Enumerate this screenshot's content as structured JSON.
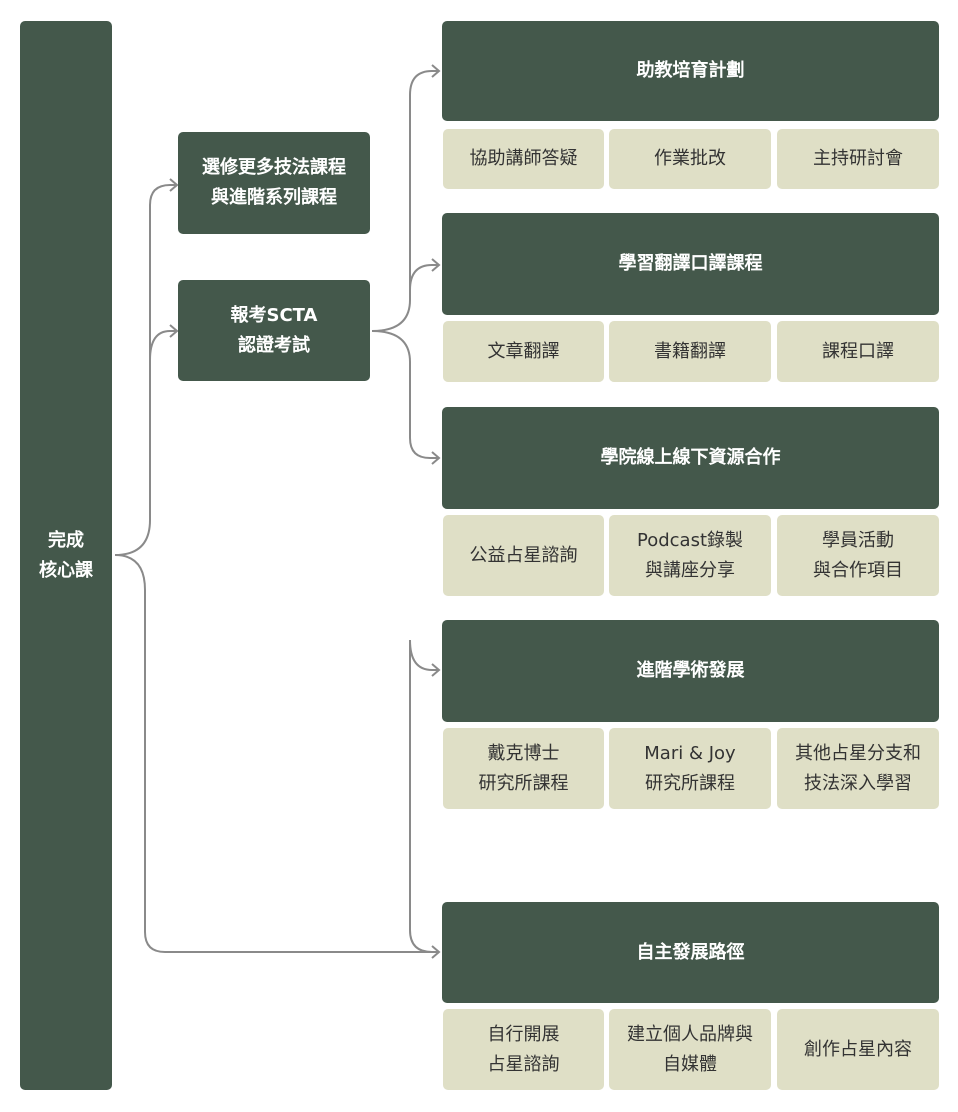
{
  "root": {
    "label": "完成\n核心課"
  },
  "branches": [
    {
      "label": "選修更多技法課程\n與進階系列課程"
    },
    {
      "label": "報考SCTA\n認證考試"
    }
  ],
  "groups": [
    {
      "title": "助教培育計劃",
      "items": [
        "協助講師答疑",
        "作業批改",
        "主持研討會"
      ]
    },
    {
      "title": "學習翻譯口譯課程",
      "items": [
        "文章翻譯",
        "書籍翻譯",
        "課程口譯"
      ]
    },
    {
      "title": "學院線上線下資源合作",
      "items": [
        "公益占星諮詢",
        "Podcast錄製\n與講座分享",
        "學員活動\n與合作項目"
      ]
    },
    {
      "title": "進階學術發展",
      "items": [
        "戴克博士\n研究所課程",
        "Mari & Joy\n研究所課程",
        "其他占星分支和\n技法深入學習"
      ]
    },
    {
      "title": "自主發展路徑",
      "items": [
        "自行開展\n占星諮詢",
        "建立個人品牌與\n自媒體",
        "創作占星內容"
      ]
    }
  ],
  "colors": {
    "node_dark": "#44584b",
    "node_light": "#dfdfc6",
    "connector": "#8a8a8a"
  }
}
